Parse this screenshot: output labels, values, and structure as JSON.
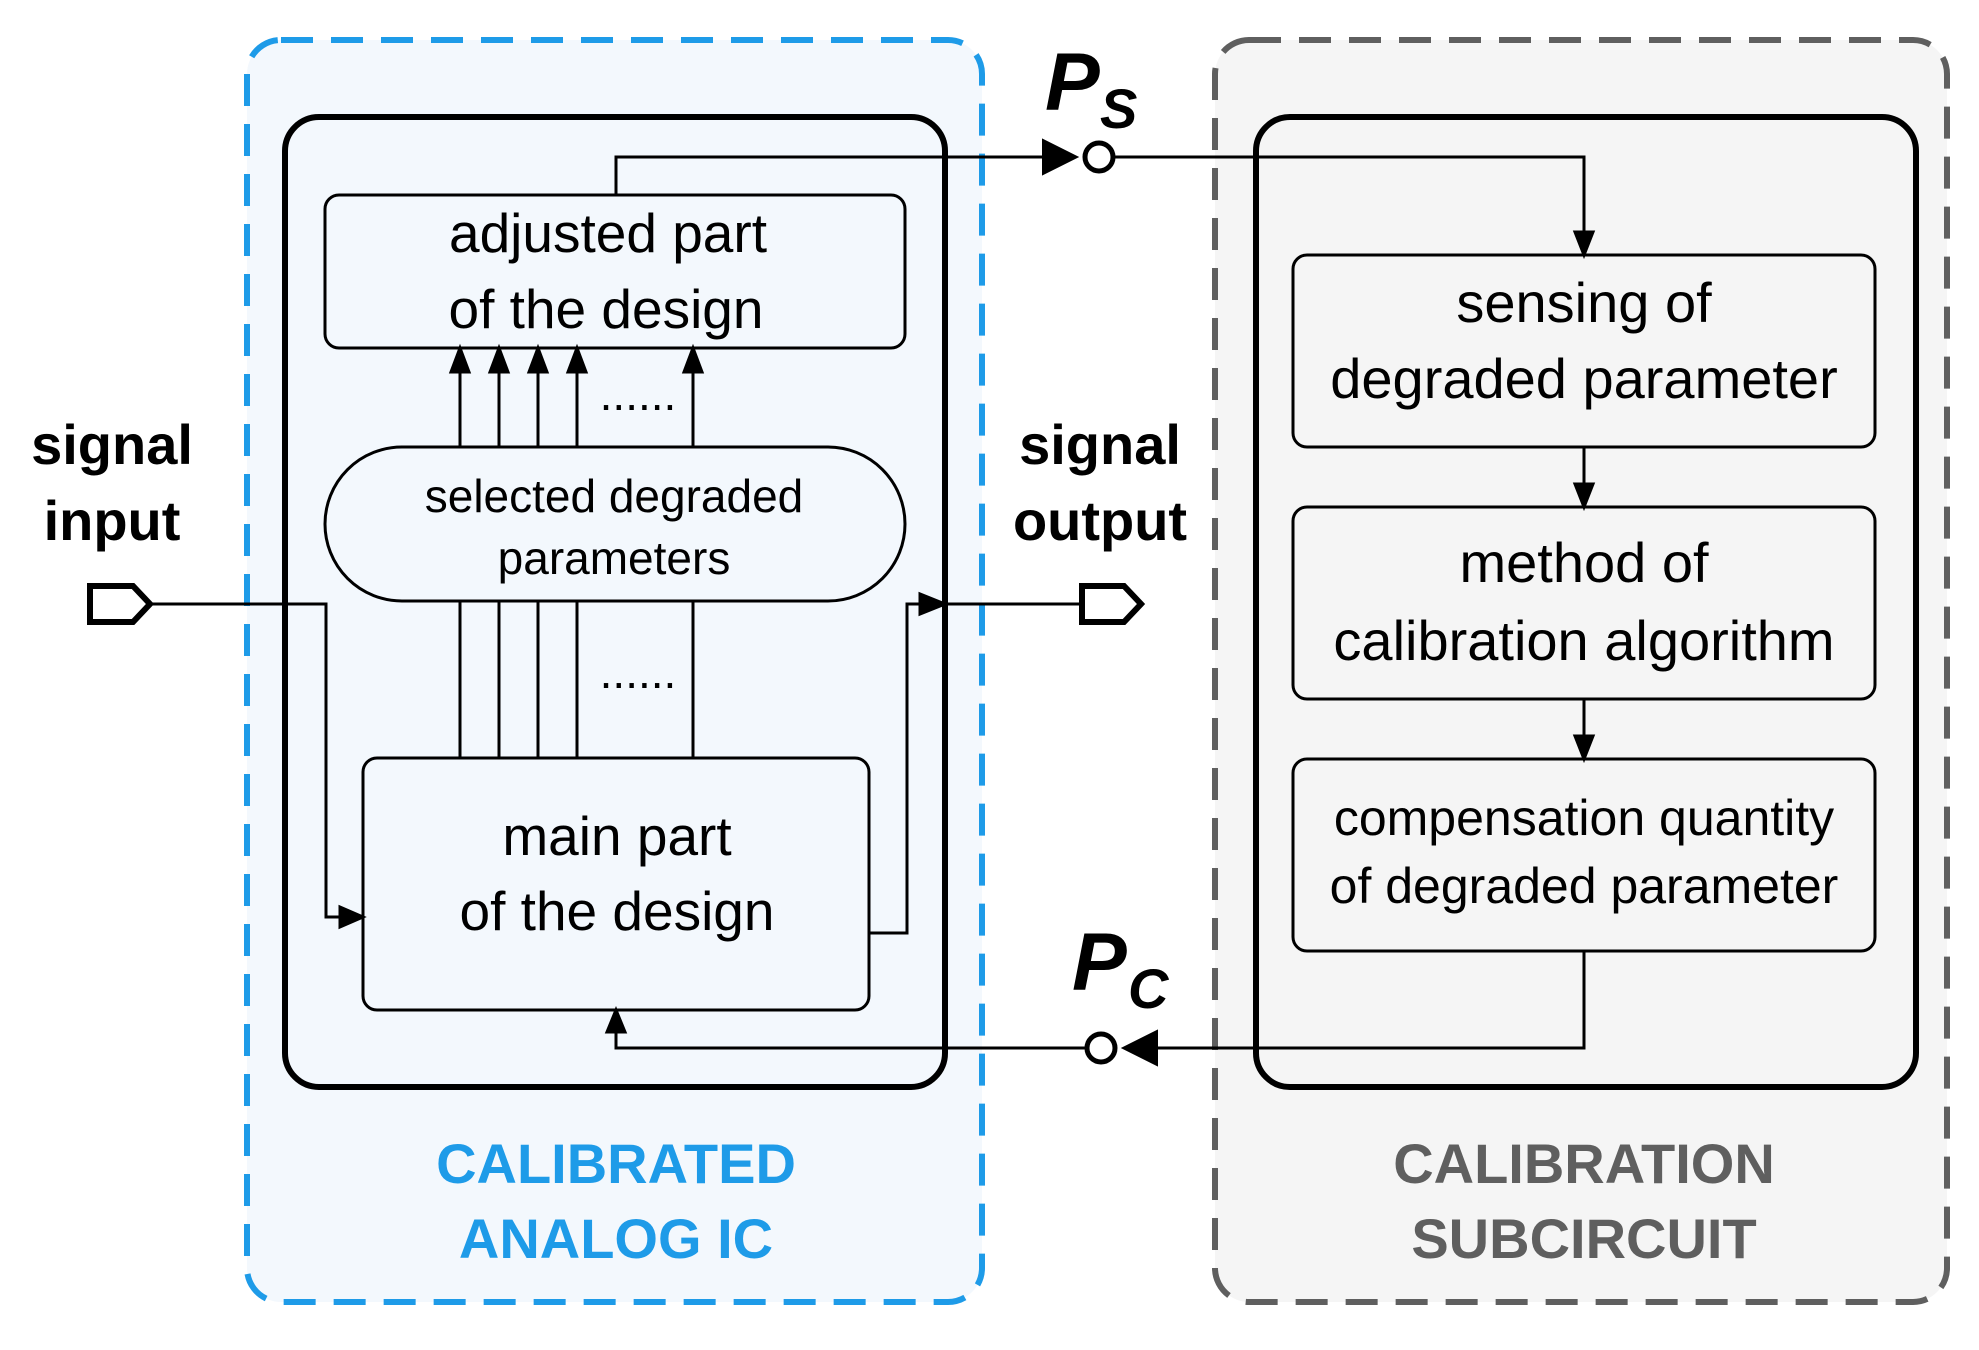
{
  "colors": {
    "calibrated_group": "#1e9be8",
    "calibrated_group_fill": "#f3f8fd",
    "calibration_group": "#5f5f5f",
    "calibration_group_fill": "#f5f5f5"
  },
  "left": {
    "title_line1": "CALIBRATED",
    "title_line2": "ANALOG IC",
    "adjusted_line1": "adjusted part",
    "adjusted_line2": "of the design",
    "selected_line1": "selected degraded",
    "selected_line2": "parameters",
    "main_line1": "main part",
    "main_line2": "of the design",
    "dots": "......"
  },
  "right": {
    "title_line1": "CALIBRATION",
    "title_line2": "SUBCIRCUIT",
    "sensing_line1": "sensing of",
    "sensing_line2": "degraded parameter",
    "method_line1": "method of",
    "method_line2": "calibration algorithm",
    "comp_line1": "compensation quantity",
    "comp_line2": "of degraded parameter"
  },
  "io": {
    "input_line1": "signal",
    "input_line2": "input",
    "output_line1": "signal",
    "output_line2": "output"
  },
  "ports": {
    "ps_main": "P",
    "ps_sub": "S",
    "pc_main": "P",
    "pc_sub": "C"
  }
}
